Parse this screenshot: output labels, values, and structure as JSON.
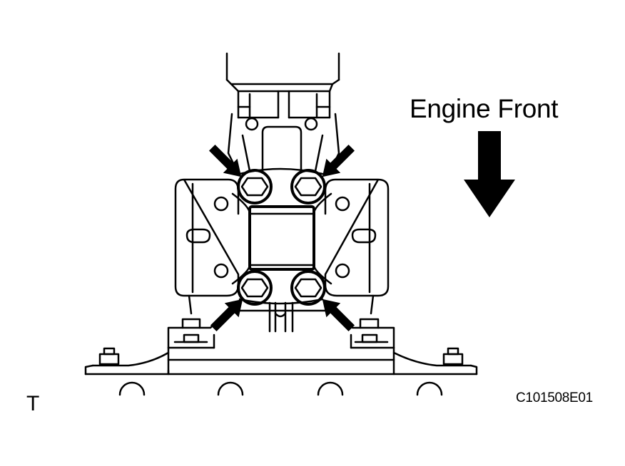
{
  "labels": {
    "direction": "Engine Front",
    "view_marker": "T",
    "figure_code": "C101508E01"
  },
  "colors": {
    "line": "#000000",
    "background": "#ffffff"
  }
}
